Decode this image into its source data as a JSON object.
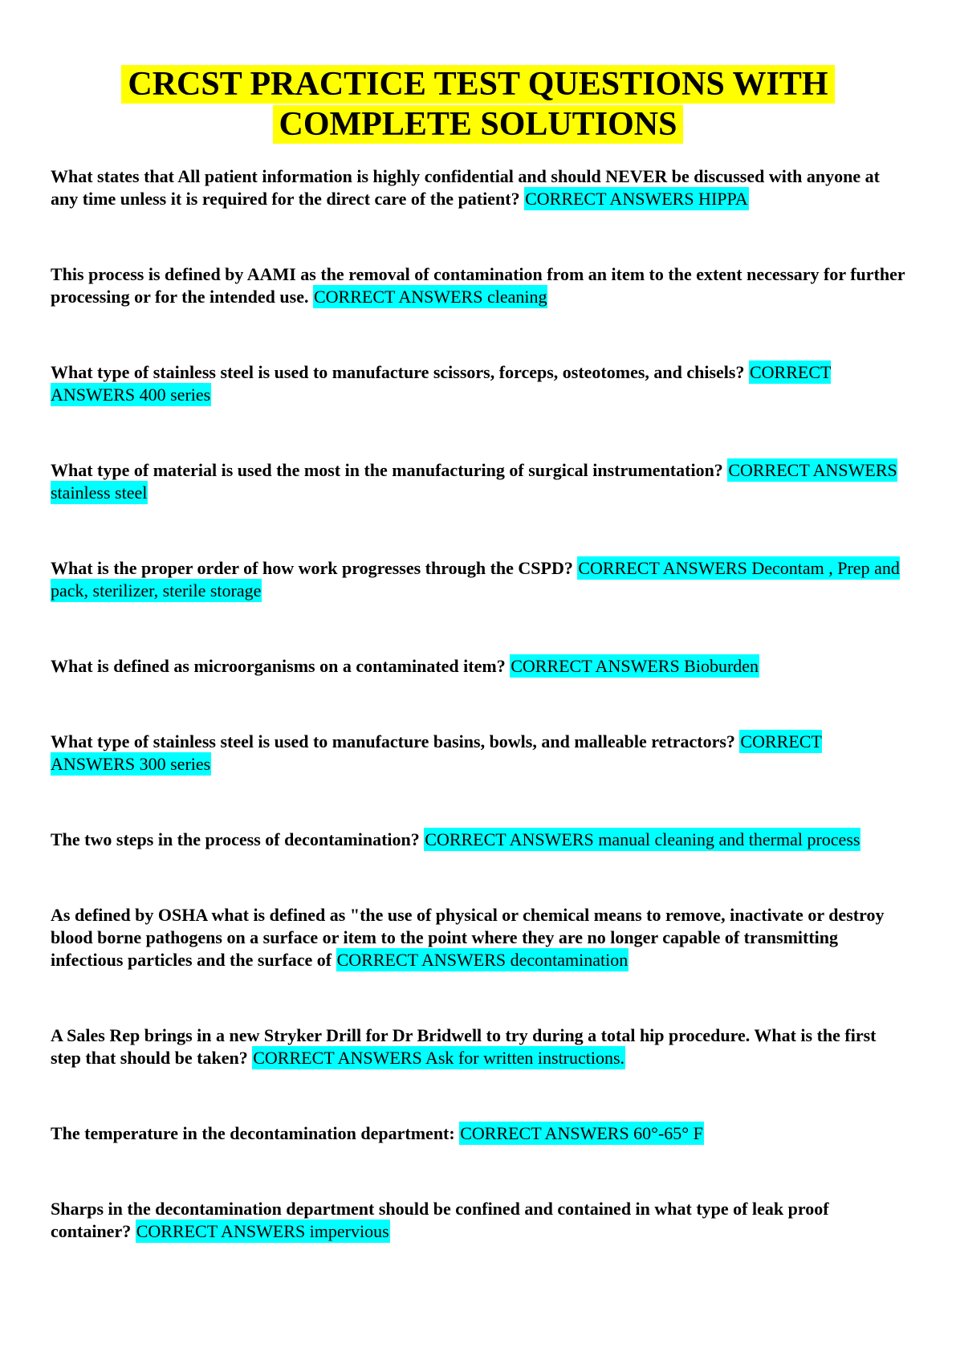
{
  "page": {
    "background_color": "#ffffff",
    "text_color": "#000000"
  },
  "title": {
    "line1": "CRCST PRACTICE TEST QUESTIONS WITH",
    "line2": "COMPLETE SOLUTIONS",
    "highlight_color": "#ffff00"
  },
  "answer_highlight_color": "#00ffff",
  "items": [
    {
      "question": "What states that All patient information is highly confidential and should NEVER be discussed with anyone at any time unless it is required for the direct care of the patient?",
      "answer": "CORRECT ANSWERS HIPPA"
    },
    {
      "question": "This process is defined by AAMI as the removal of contamination from an item to the extent necessary for further processing or for the intended use.",
      "answer": "CORRECT ANSWERS cleaning"
    },
    {
      "question": "What type of stainless steel is used to manufacture scissors, forceps, osteotomes, and chisels?",
      "answer": "CORRECT ANSWERS 400 series"
    },
    {
      "question": "What type of material is used the most in the manufacturing of surgical instrumentation?",
      "answer": "CORRECT ANSWERS stainless steel"
    },
    {
      "question": "What is the proper order of how work progresses through the CSPD?",
      "answer": "CORRECT ANSWERS Decontam , Prep and pack, sterilizer, sterile storage"
    },
    {
      "question": "What is defined as microorganisms on a contaminated item?",
      "answer": "CORRECT ANSWERS Bioburden"
    },
    {
      "question": "What type of stainless steel is used to manufacture basins, bowls, and malleable retractors?",
      "answer": "CORRECT ANSWERS 300 series"
    },
    {
      "question": "The two steps in the process of decontamination?",
      "answer": "CORRECT ANSWERS manual cleaning and thermal process"
    },
    {
      "question": "As defined by OSHA what is defined as \"the use of physical or chemical means to remove, inactivate or destroy blood borne pathogens on a surface or item to the point where they are no longer capable of transmitting infectious particles and the surface of",
      "answer": "CORRECT ANSWERS decontamination"
    },
    {
      "question": "A Sales Rep brings in a new Stryker Drill for Dr Bridwell to try during a total hip procedure. What is the first step that should be taken?",
      "answer": "CORRECT ANSWERS Ask for written instructions."
    },
    {
      "question": "The temperature in the decontamination department:",
      "answer": "CORRECT ANSWERS 60°-65° F"
    },
    {
      "question": "Sharps in the decontamination department should be confined and contained in what type of leak proof container?",
      "answer": "CORRECT ANSWERS impervious"
    }
  ]
}
